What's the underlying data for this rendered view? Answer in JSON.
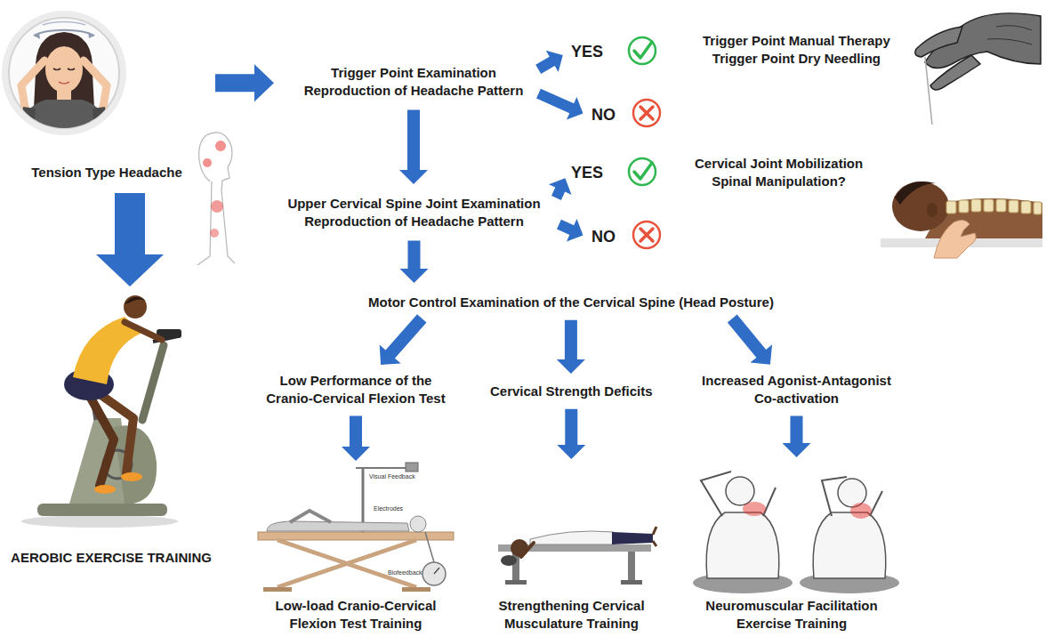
{
  "diagram": {
    "nodes": [
      {
        "text": [
          "Tension Type Headache"
        ]
      },
      {
        "text": [
          "Trigger Point Examination Reproduction of Headache Pattern"
        ]
      },
      {
        "text": [
          "YES"
        ]
      },
      {
        "text": [
          "NO"
        ]
      },
      {
        "text": [
          "Trigger Point Manual Therapy",
          "Trigger Point Dry Needling"
        ]
      },
      {
        "text": [
          "Upper Cervical Spine Joint Examination Reproduction of Headache Pattern"
        ]
      },
      {
        "text": [
          "YES"
        ]
      },
      {
        "text": [
          "NO"
        ]
      },
      {
        "text": [
          "Cervical Joint Mobilization",
          "Spinal Manipulation?"
        ]
      },
      {
        "text": [
          "Motor Control Examination of the Cervical Spine (Head Posture)"
        ]
      },
      {
        "text": [
          "Low Performance of the Cranio-Cervical Flexion Test"
        ]
      },
      {
        "text": [
          "Cervical Strength Deficits"
        ]
      },
      {
        "text": [
          "Increased Agonist-Antagonist Co-activation"
        ]
      },
      {
        "text": [
          "Low-load Cranio-Cervical Flexion Test Training"
        ]
      },
      {
        "text": [
          "Strengthening Cervical Musculature Training"
        ]
      },
      {
        "text": [
          "Neuromuscular Facilitation Exercise Training"
        ]
      },
      {
        "text": [
          "AEROBIC EXERCISE TRAINING"
        ]
      }
    ],
    "edges": [
      {
        "from": 0,
        "to": 1,
        "arrow": "to"
      },
      {
        "from": 0,
        "to": 16,
        "arrow": "to"
      },
      {
        "from": 1,
        "to": 2,
        "arrow": "to"
      },
      {
        "from": 1,
        "to": 3,
        "arrow": "to"
      },
      {
        "from": 1,
        "to": 5,
        "arrow": "to"
      },
      {
        "from": 5,
        "to": 6,
        "arrow": "to"
      },
      {
        "from": 5,
        "to": 7,
        "arrow": "to"
      },
      {
        "from": 5,
        "to": 9,
        "arrow": "to"
      },
      {
        "from": 9,
        "to": 10,
        "arrow": "to"
      },
      {
        "from": 9,
        "to": 11,
        "arrow": "to"
      },
      {
        "from": 9,
        "to": 12,
        "arrow": "to"
      },
      {
        "from": 10,
        "to": 13,
        "arrow": "to"
      },
      {
        "from": 11,
        "to": 14,
        "arrow": "to"
      },
      {
        "from": 12,
        "to": 15,
        "arrow": "to"
      }
    ],
    "labels": [
      "Visual Feedback",
      "Electrodes",
      "Biofeedback"
    ]
  }
}
